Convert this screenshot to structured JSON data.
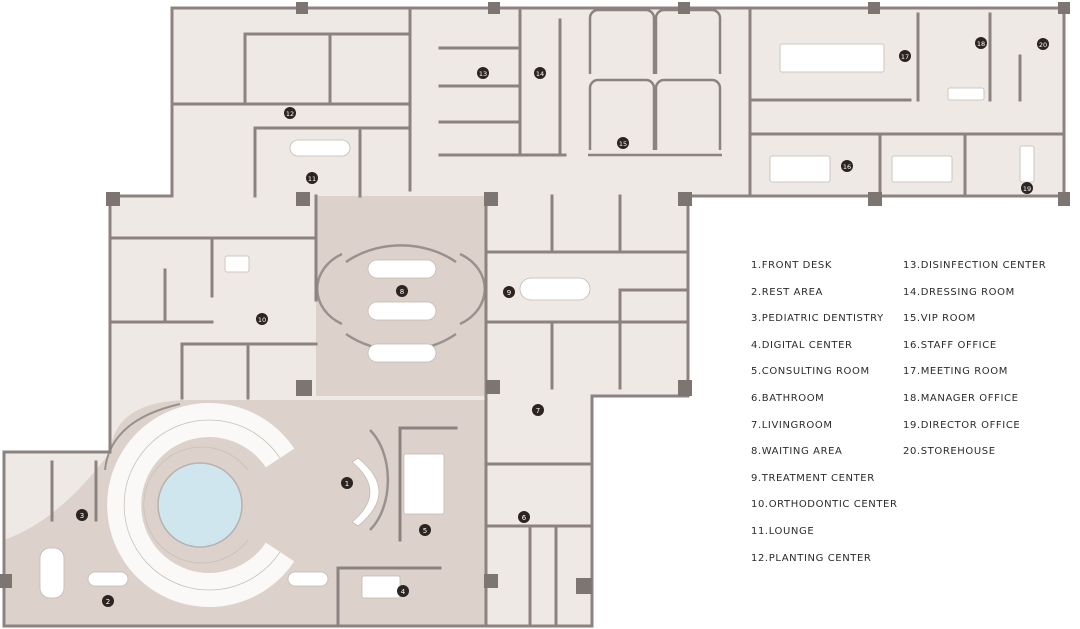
{
  "markers": [
    {
      "n": "1",
      "room": "front-desk"
    },
    {
      "n": "2",
      "room": "rest-area"
    },
    {
      "n": "3",
      "room": "pediatric-dentistry"
    },
    {
      "n": "4",
      "room": "digital-center"
    },
    {
      "n": "5",
      "room": "consulting-room"
    },
    {
      "n": "6",
      "room": "bathroom"
    },
    {
      "n": "7",
      "room": "livingroom"
    },
    {
      "n": "8",
      "room": "waiting-area"
    },
    {
      "n": "9",
      "room": "treatment-center"
    },
    {
      "n": "10",
      "room": "orthodontic-center"
    },
    {
      "n": "11",
      "room": "lounge"
    },
    {
      "n": "12",
      "room": "planting-center"
    },
    {
      "n": "13",
      "room": "disinfection-center"
    },
    {
      "n": "14",
      "room": "dressing-room"
    },
    {
      "n": "15",
      "room": "vip-room"
    },
    {
      "n": "16",
      "room": "staff-office"
    },
    {
      "n": "17",
      "room": "meeting-room"
    },
    {
      "n": "18",
      "room": "manager-office"
    },
    {
      "n": "19",
      "room": "director-office"
    },
    {
      "n": "20",
      "room": "storehouse"
    }
  ],
  "legend": {
    "col_a": [
      "1.FRONT DESK",
      "2.REST AREA",
      "3.PEDIATRIC DENTISTRY",
      "4.DIGITAL CENTER",
      "5.CONSULTING ROOM",
      "6.BATHROOM",
      "7.LIVINGROOM",
      "8.WAITING AREA",
      "9.TREATMENT CENTER",
      "10.ORTHODONTIC CENTER",
      "11.LOUNGE",
      "12.PLANTING CENTER"
    ],
    "col_b": [
      "13.DISINFECTION CENTER",
      "14.DRESSING ROOM",
      "15.VIP ROOM",
      "16.STAFF OFFICE",
      "17.MEETING ROOM",
      "18.MANAGER OFFICE",
      "19.DIRECTOR OFFICE",
      "20.STOREHOUSE"
    ]
  },
  "colors": {
    "floor": "#efe9e6",
    "floor_accent": "#dcd2cb",
    "wall": "#8c8380",
    "column": "#7d7572",
    "furniture": "#ffffff",
    "marker": "#2b2421",
    "legend_text": "#2b2b2b",
    "glass": "#cfe6ee"
  }
}
